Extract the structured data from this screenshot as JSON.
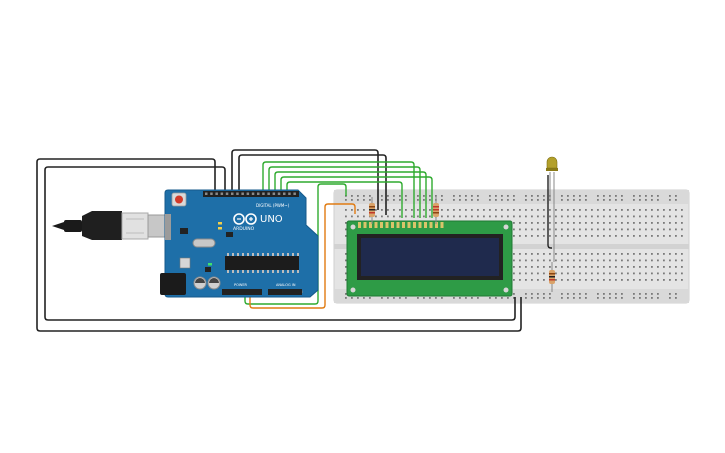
{
  "colors": {
    "board": "#1e6fa8",
    "board_dark": "#12527f",
    "breadboard": "#e6e6e6",
    "breadboard_hole": "#7a7a7a",
    "lcd_pcb": "#2e9b46",
    "lcd_screen": "#1f2a4d",
    "wire_black": "#222222",
    "wire_green": "#2aa52a",
    "wire_orange": "#e07b12",
    "led_body": "#9c8a1e"
  },
  "arduino": {
    "logo_text": "UNO",
    "brand_text": "ARDUINO",
    "digital_label": "DIGITAL (PWM~)",
    "power_label": "POWER",
    "analog_label": "ANALOG IN"
  },
  "components": {
    "usb_cable_icon": "usb-cable-icon",
    "lcd_icon": "lcd-16x2-icon",
    "led_icon": "led-icon",
    "resistor_icon": "resistor-icon",
    "potentiometer_icon": "potentiometer-icon"
  }
}
